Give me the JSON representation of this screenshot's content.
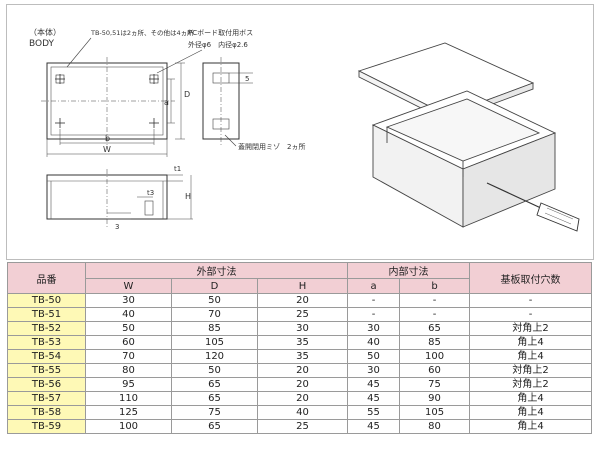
{
  "drawing": {
    "body_label_ja": "（本体）",
    "body_label_en": "BODY",
    "hole_note": "TB-50,51は2ヵ所、その他は4ヵ所",
    "boss_note": "PCボード取付用ボス",
    "boss_dims": "外径φ6　内径φ2.6",
    "slot_note": "蓋開閉用ミゾ　2ヵ所",
    "dim_D": "D",
    "dim_a": "a",
    "dim_b": "b",
    "dim_W": "W",
    "dim_5": "5",
    "dim_t1": "t1",
    "dim_t3": "t3",
    "dim_H": "H",
    "dim_3": "3"
  },
  "table": {
    "header": {
      "model": "品番",
      "outer": "外部寸法",
      "inner": "内部寸法",
      "holes": "基板取付穴数",
      "W": "W",
      "D": "D",
      "H": "H",
      "a": "a",
      "b": "b"
    },
    "rows": [
      {
        "model": "TB-50",
        "W": "30",
        "D": "50",
        "H": "20",
        "a": "-",
        "b": "-",
        "holes": "-"
      },
      {
        "model": "TB-51",
        "W": "40",
        "D": "70",
        "H": "25",
        "a": "-",
        "b": "-",
        "holes": "-"
      },
      {
        "model": "TB-52",
        "W": "50",
        "D": "85",
        "H": "30",
        "a": "30",
        "b": "65",
        "holes": "対角上2"
      },
      {
        "model": "TB-53",
        "W": "60",
        "D": "105",
        "H": "35",
        "a": "40",
        "b": "85",
        "holes": "角上4"
      },
      {
        "model": "TB-54",
        "W": "70",
        "D": "120",
        "H": "35",
        "a": "50",
        "b": "100",
        "holes": "角上4"
      },
      {
        "model": "TB-55",
        "W": "80",
        "D": "50",
        "H": "20",
        "a": "30",
        "b": "60",
        "holes": "対角上2"
      },
      {
        "model": "TB-56",
        "W": "95",
        "D": "65",
        "H": "20",
        "a": "45",
        "b": "75",
        "holes": "対角上2"
      },
      {
        "model": "TB-57",
        "W": "110",
        "D": "65",
        "H": "20",
        "a": "45",
        "b": "90",
        "holes": "角上4"
      },
      {
        "model": "TB-58",
        "W": "125",
        "D": "75",
        "H": "40",
        "a": "55",
        "b": "105",
        "holes": "角上4"
      },
      {
        "model": "TB-59",
        "W": "100",
        "D": "65",
        "H": "25",
        "a": "45",
        "b": "80",
        "holes": "角上4"
      }
    ]
  }
}
